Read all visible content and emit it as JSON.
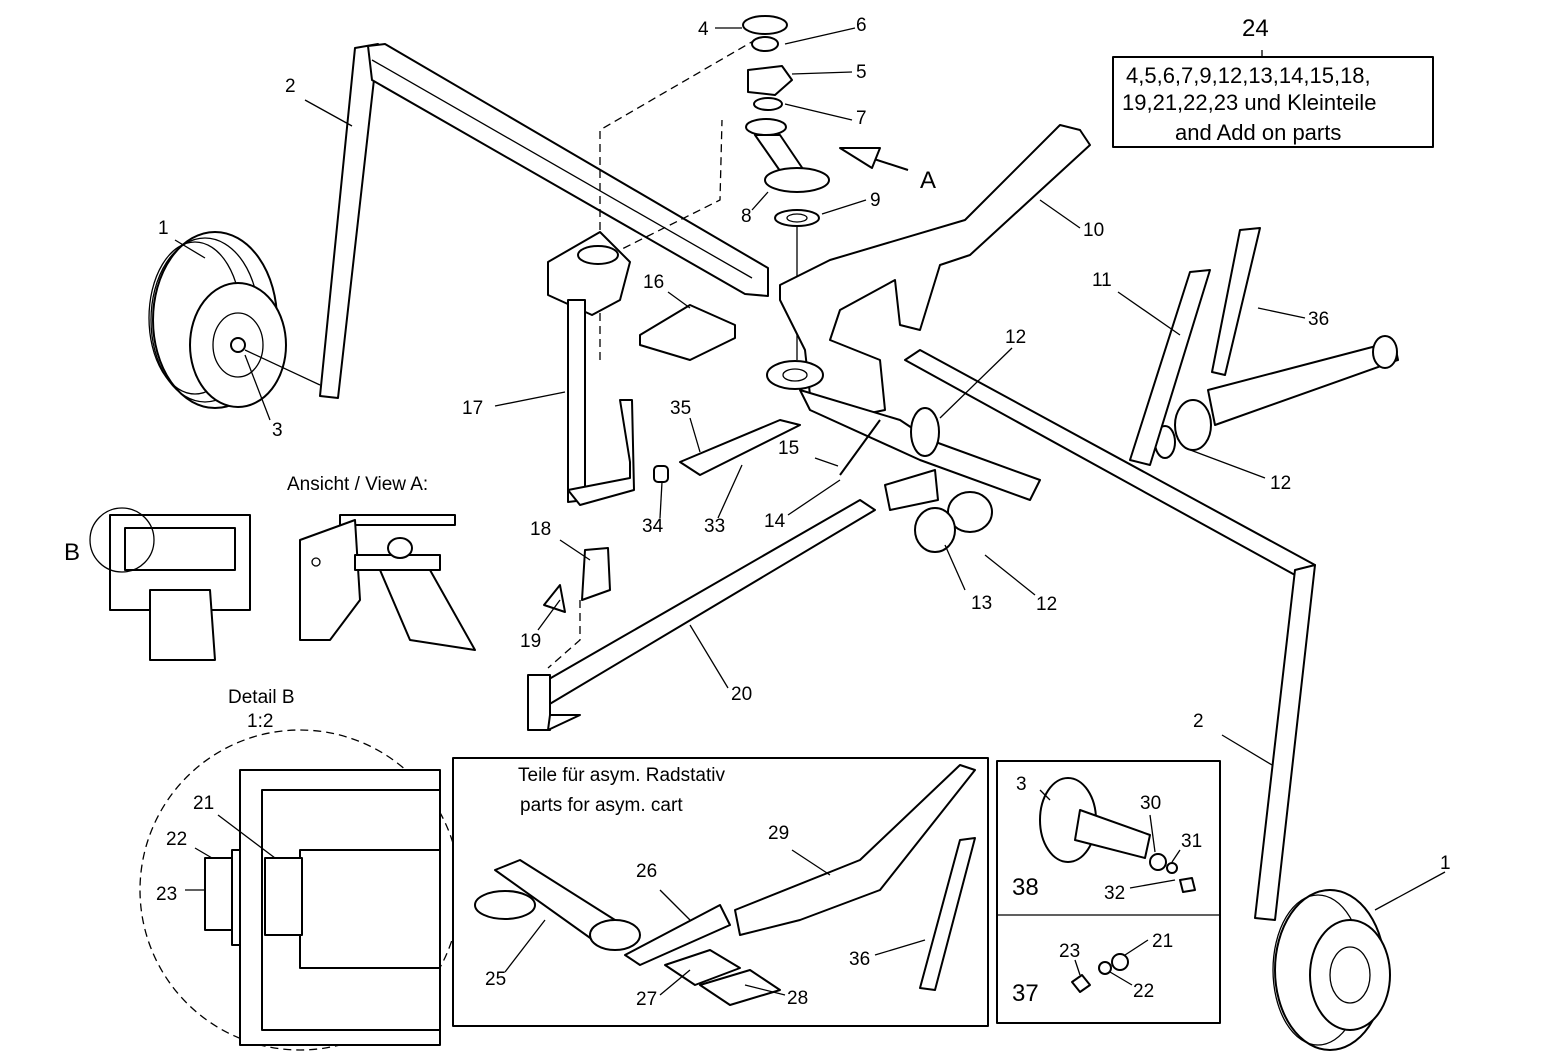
{
  "title_number": "24",
  "parts_box": {
    "line1": "4,5,6,7,9,12,13,14,15,18,",
    "line2": "19,21,22,23 und Kleinteile",
    "line3": "and Add on parts"
  },
  "view_a_title": "Ansicht / View A:",
  "view_a_arrow_label": "A",
  "detail_b_marker": "B",
  "detail_b_title": "Detail B",
  "detail_b_scale": "1:2",
  "asym_box": {
    "title_de": "Teile für asym. Radstativ",
    "title_en": "parts for asym. cart"
  },
  "kit_38_label": "38",
  "kit_37_label": "37",
  "callouts": [
    "4",
    "6",
    "5",
    "7",
    "8",
    "9",
    "2",
    "1",
    "3",
    "10",
    "16",
    "11",
    "36",
    "12",
    "17",
    "35",
    "15",
    "12",
    "14",
    "34",
    "33",
    "18",
    "13",
    "12",
    "19",
    "20",
    "2",
    "21",
    "22",
    "23",
    "26",
    "29",
    "25",
    "27",
    "28",
    "36",
    "3",
    "30",
    "31",
    "32",
    "23",
    "21",
    "22",
    "1"
  ]
}
